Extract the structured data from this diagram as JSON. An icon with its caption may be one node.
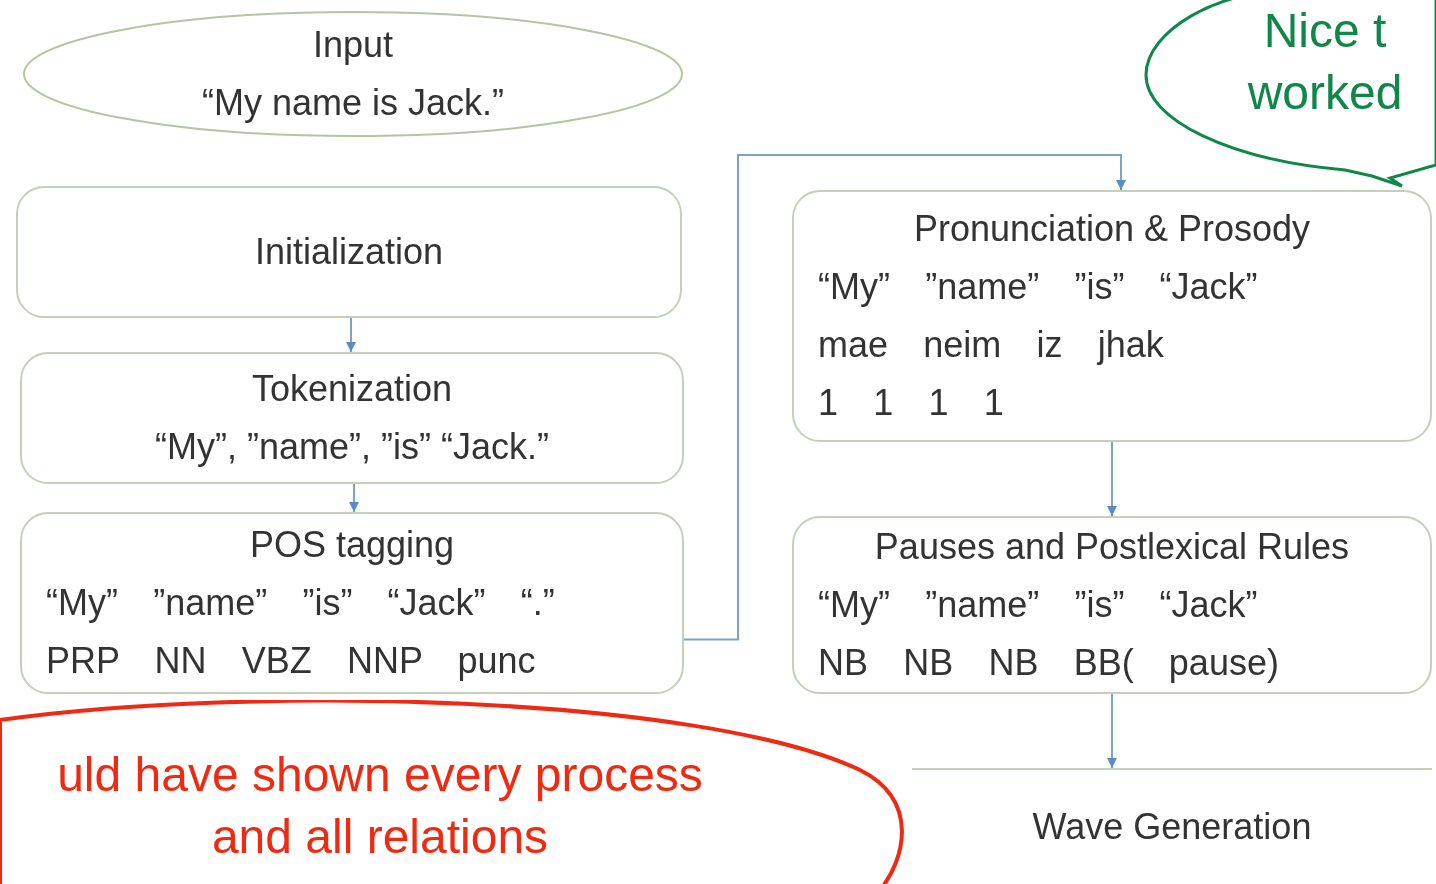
{
  "diagram": {
    "nodes": [
      {
        "text": [
          "Input",
          "“My name is Jack.”"
        ]
      },
      {
        "text": [
          "Initialization"
        ]
      },
      {
        "text": [
          "Tokenization",
          "“My”, ”name”, ”is” “Jack.”"
        ]
      },
      {
        "text": [
          "POS tagging",
          "“My” ”name” ”is” “Jack” “.”",
          "PRP NN VBZ NNP punc"
        ]
      },
      {
        "text": [
          "Pronunciation & Prosody",
          "“My” ”name” ”is” “Jack”",
          "mae neim iz jhak",
          "1 1 1 1"
        ]
      },
      {
        "text": [
          "Pauses and Postlexical Rules",
          "“My” ”name” ”is” “Jack”",
          "NB NB NB BB( pause)"
        ]
      },
      {
        "text": [
          "Wave Generation"
        ]
      },
      {
        "text": [
          "Nice t worked"
        ]
      },
      {
        "text": [
          "uld have shown every process and all relations"
        ]
      }
    ],
    "edges": [
      {
        "from": 1,
        "to": 2,
        "arrow": "to"
      },
      {
        "from": 2,
        "to": 3,
        "arrow": "to"
      },
      {
        "from": 3,
        "to": 4,
        "arrow": "to"
      },
      {
        "from": 4,
        "to": 5,
        "arrow": "to"
      },
      {
        "from": 5,
        "to": 6,
        "arrow": "to"
      }
    ]
  }
}
